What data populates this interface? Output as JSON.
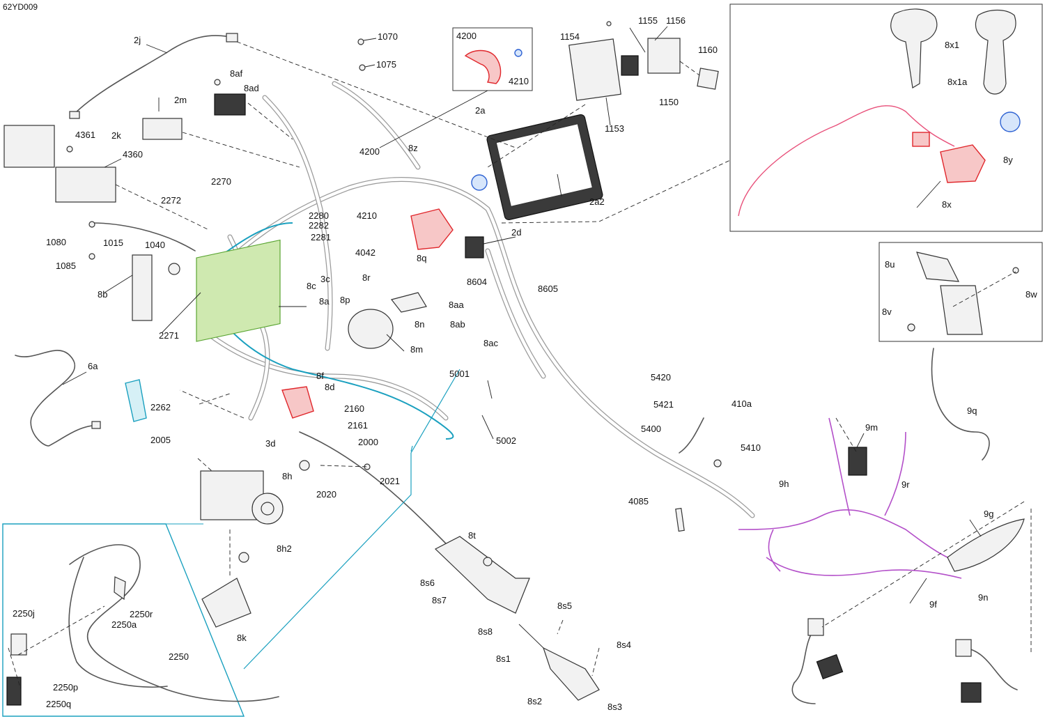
{
  "diagram": {
    "doc_id": "62YD009",
    "colors": {
      "harness": "#9a9a9a",
      "highlight_red": "#e0262b",
      "highlight_blue": "#2f63d3",
      "highlight_cyan": "#1aa0bf",
      "highlight_green": "#5aa532",
      "highlight_purple": "#b34fc9",
      "highlight_pink": "#e8507a"
    },
    "labels": {
      "l2j": "2j",
      "l1070": "1070",
      "l1075": "1075",
      "l4200a": "4200",
      "l4210a": "4210",
      "l1154": "1154",
      "l1155": "1155",
      "l1156": "1156",
      "l1160": "1160",
      "l1150": "1150",
      "l1153": "1153",
      "l8af": "8af",
      "l8ad": "8ad",
      "l2m": "2m",
      "l2k": "2k",
      "l4361": "4361",
      "l4360": "4360",
      "l2a": "2a",
      "l4200b": "4200",
      "l8z": "8z",
      "l2a2": "2a2",
      "l4210b": "4210",
      "l2d": "2d",
      "l2272": "2272",
      "l2270": "2270",
      "l1080": "1080",
      "l1015": "1015",
      "l1085": "1085",
      "l1040": "1040",
      "l2280": "2280",
      "l2282": "2282",
      "l2281": "2281",
      "l4042": "4042",
      "l8b": "8b",
      "l3c": "3c",
      "l8c": "8c",
      "l8a": "8a",
      "l8r": "8r",
      "l8q": "8q",
      "l8604": "8604",
      "l8605": "8605",
      "l8aa": "8aa",
      "l8p": "8p",
      "l8n": "8n",
      "l8ab": "8ab",
      "l8m": "8m",
      "l2271": "2271",
      "l6a": "6a",
      "l8ac": "8ac",
      "l5001": "5001",
      "l8f": "8f",
      "l8d": "8d",
      "l2262": "2262",
      "l2005": "2005",
      "l2160": "2160",
      "l2161": "2161",
      "l5002": "5002",
      "l3d": "3d",
      "l2000": "2000",
      "l8h": "8h",
      "l2020": "2020",
      "l2021": "2021",
      "l8h2": "8h2",
      "l8k": "8k",
      "l8t": "8t",
      "l8s6": "8s6",
      "l8s7": "8s7",
      "l8s8": "8s8",
      "l8s5": "8s5",
      "l8s1": "8s1",
      "l8s4": "8s4",
      "l8s2": "8s2",
      "l8s3": "8s3",
      "l5420": "5420",
      "l5421": "5421",
      "l410a": "410a",
      "l5400": "5400",
      "l5410": "5410",
      "l4085": "4085",
      "l9m": "9m",
      "l9q": "9q",
      "l9h": "9h",
      "l9r": "9r",
      "l9g": "9g",
      "l9f": "9f",
      "l9n": "9n",
      "l8x1": "8x1",
      "l8x1a": "8x1a",
      "l8y": "8y",
      "l8x": "8x",
      "l8u": "8u",
      "l8v": "8v",
      "l8w": "8w",
      "l2250j": "2250j",
      "l2250r": "2250r",
      "l2250a": "2250a",
      "l2250": "2250",
      "l2250p": "2250p",
      "l2250q": "2250q"
    }
  }
}
